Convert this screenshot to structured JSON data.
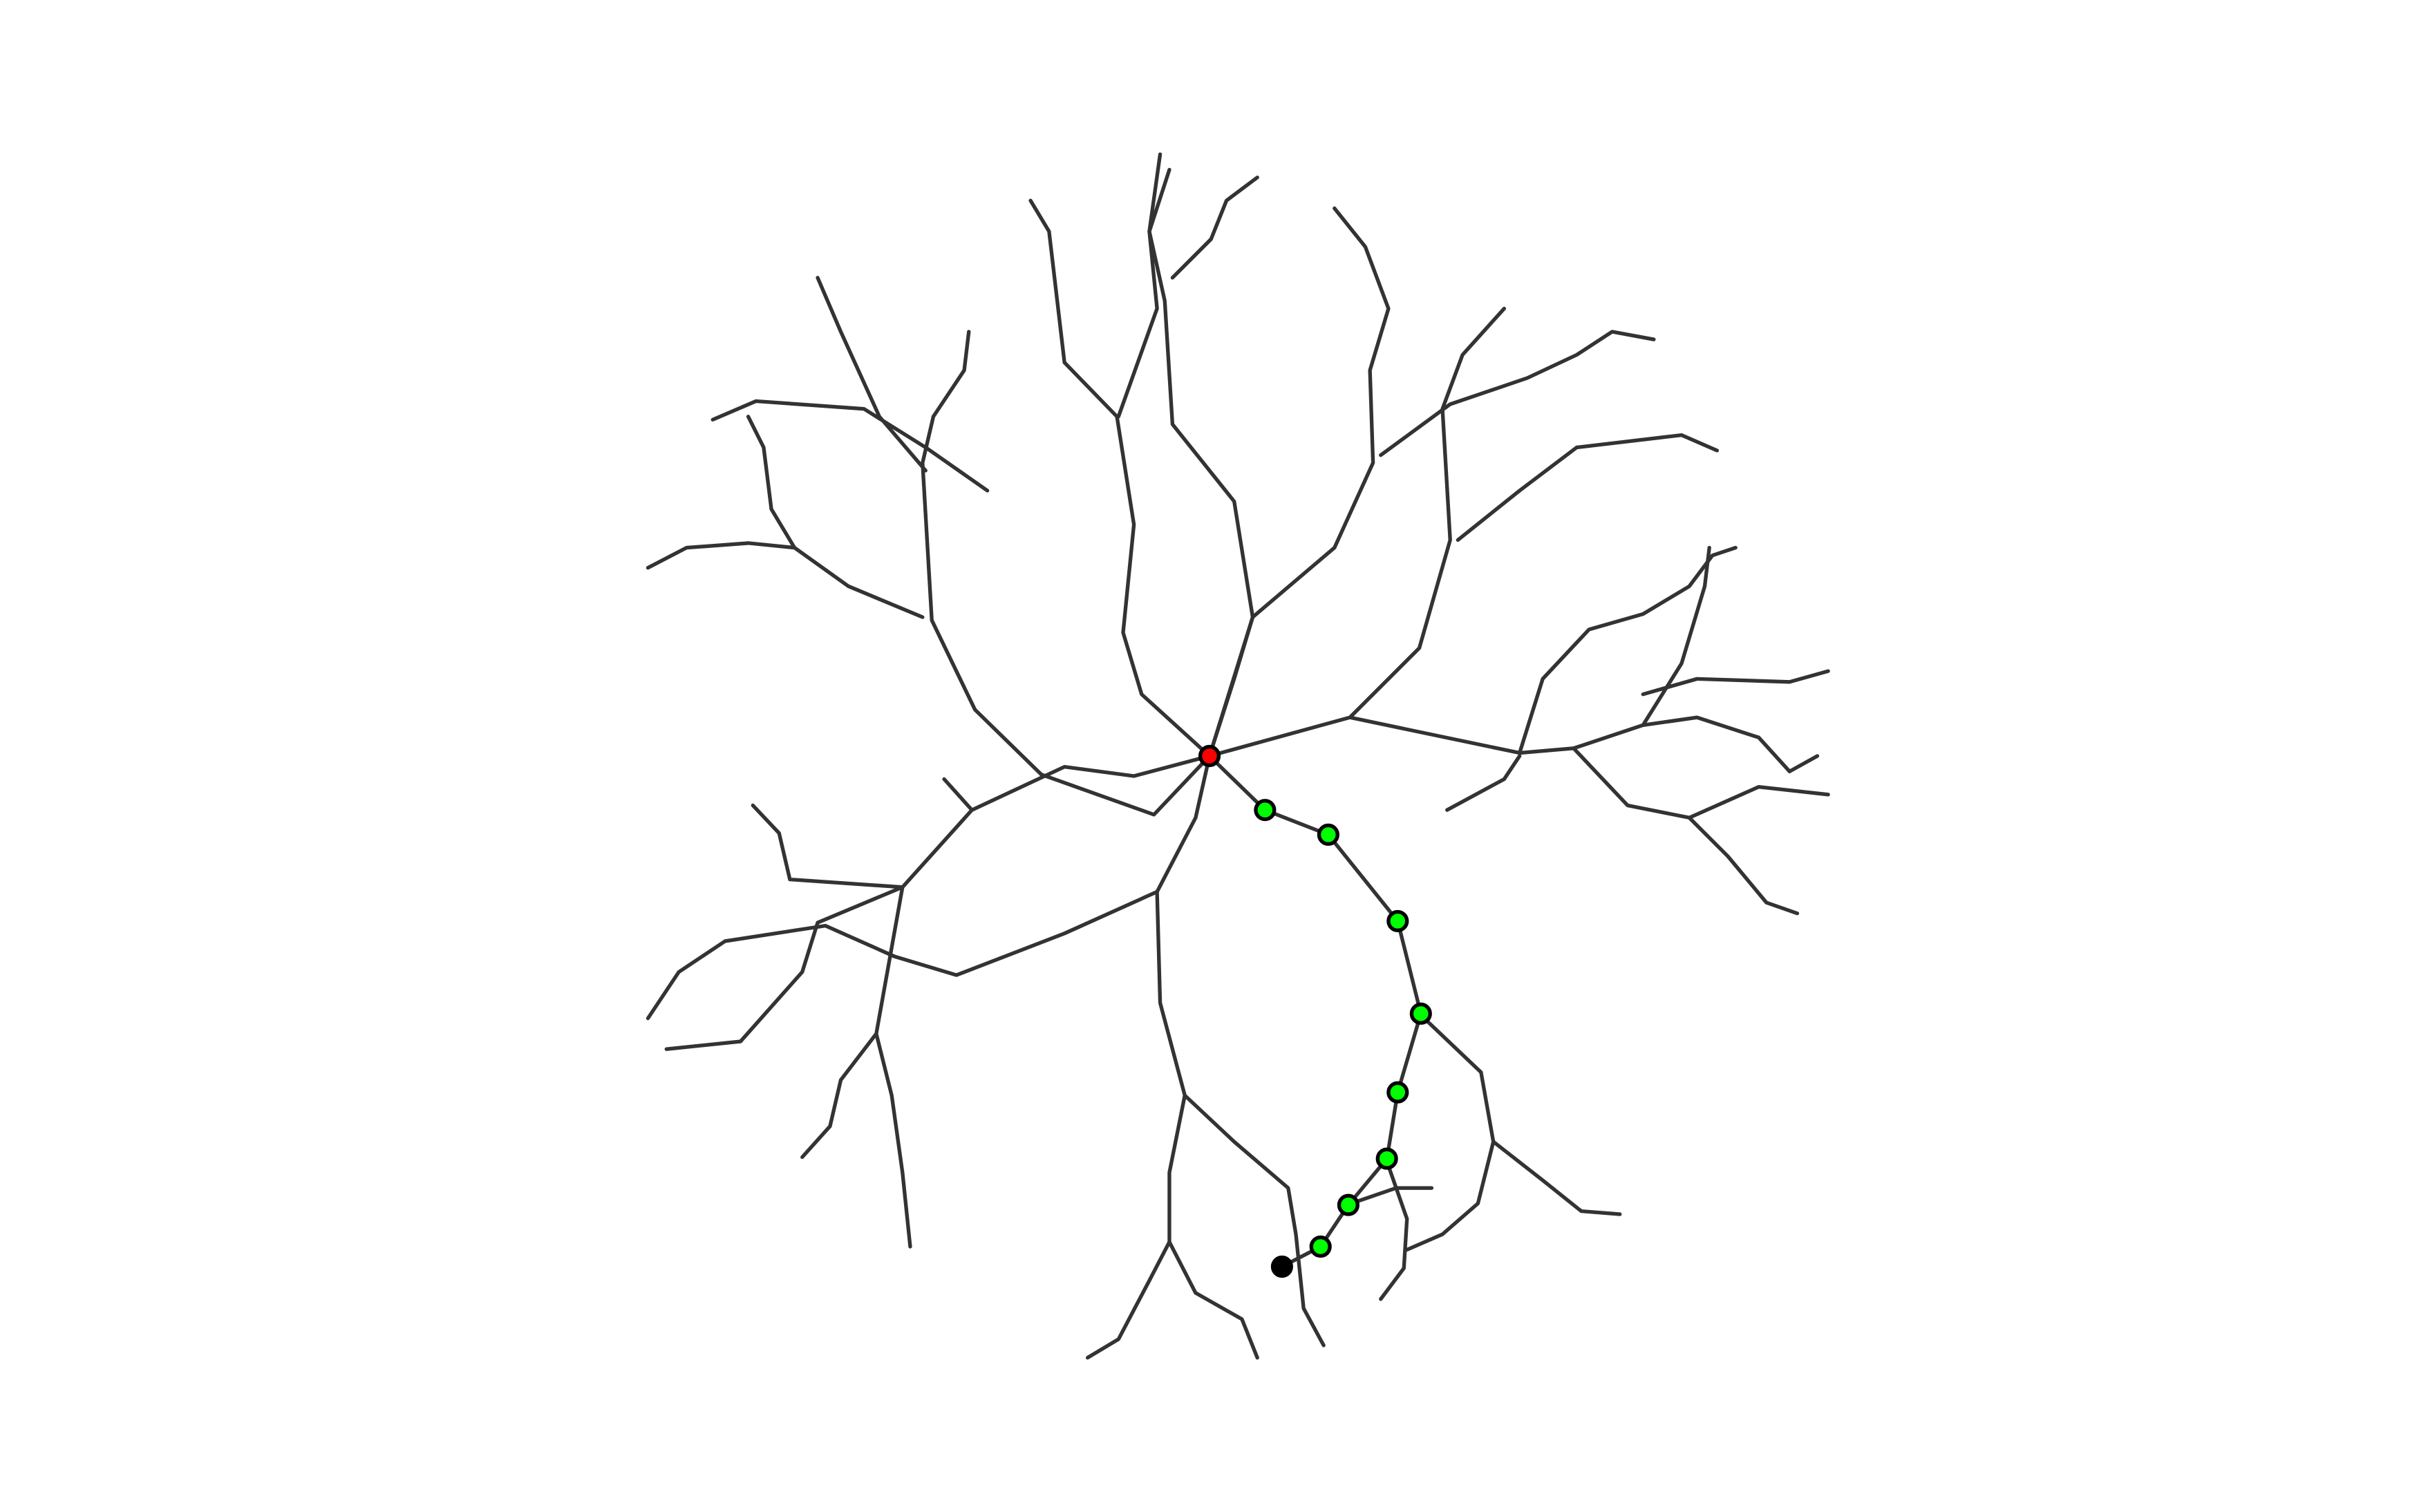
{
  "diagram": {
    "type": "tree-path",
    "colors": {
      "background": "#ffffff",
      "edge": "#333333",
      "root_node": "#ff0000",
      "path_node": "#00ff00",
      "target_node": "#000000"
    },
    "nodes": [
      {
        "id": "root",
        "role": "start",
        "icon": "red-circle"
      },
      {
        "id": "p1",
        "role": "path",
        "icon": "green-circle"
      },
      {
        "id": "p2",
        "role": "path",
        "icon": "green-circle"
      },
      {
        "id": "p3",
        "role": "path",
        "icon": "green-circle"
      },
      {
        "id": "p4",
        "role": "path",
        "icon": "green-circle"
      },
      {
        "id": "p5",
        "role": "path",
        "icon": "green-circle"
      },
      {
        "id": "p6",
        "role": "path",
        "icon": "green-circle"
      },
      {
        "id": "p7",
        "role": "path",
        "icon": "green-circle"
      },
      {
        "id": "p8",
        "role": "path",
        "icon": "green-circle"
      },
      {
        "id": "goal",
        "role": "goal",
        "icon": "black-circle"
      }
    ]
  }
}
